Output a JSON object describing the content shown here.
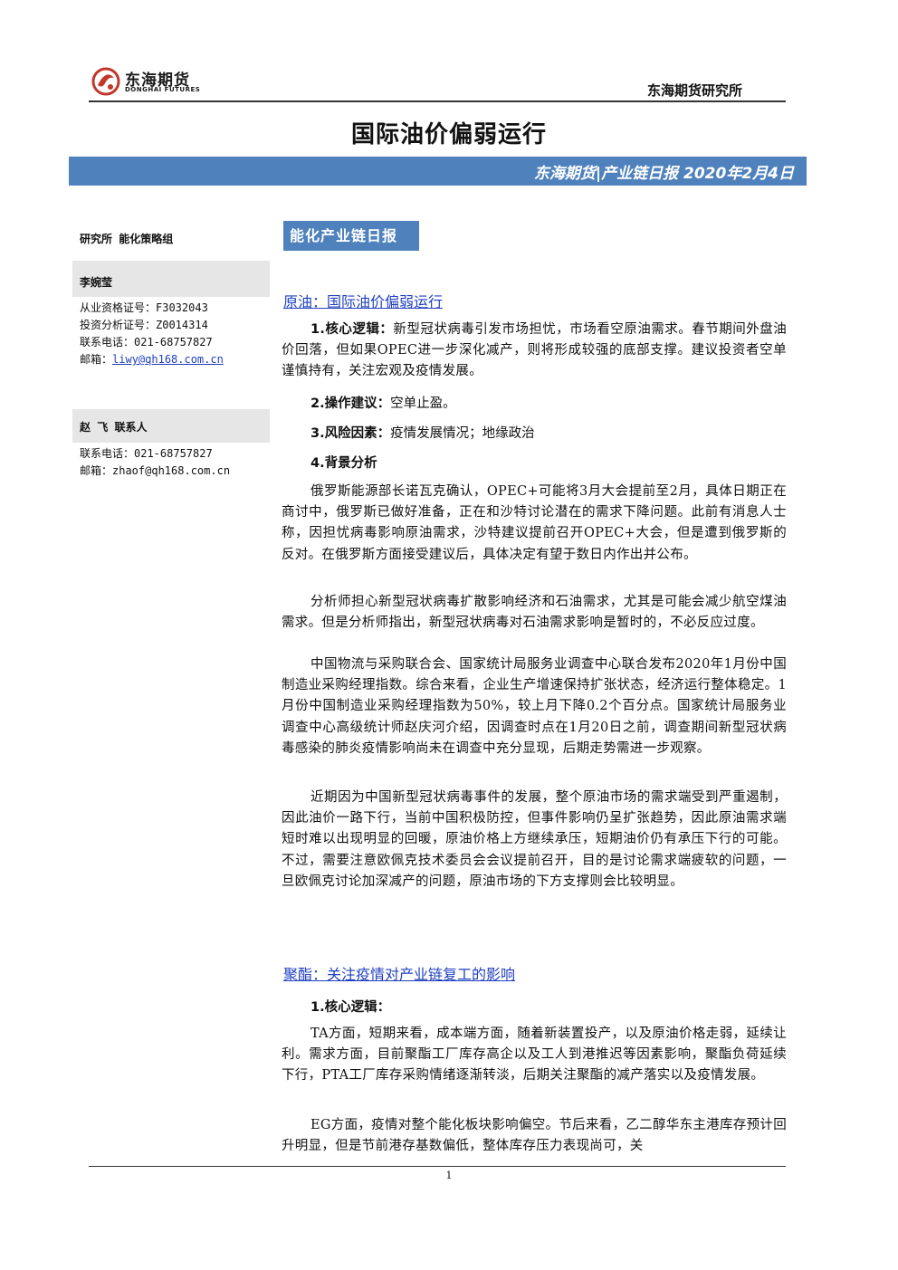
{
  "header": {
    "logo_cn": "东海期货",
    "logo_en": "DONGHAI FUTURES",
    "institute": "东海期货研究所"
  },
  "title": "国际油价偏弱运行",
  "banner": "东海期货|产业链日报 2020年2月4日",
  "sidebar": {
    "dept": "研究所  能化策略组",
    "analyst1": {
      "name": "李婉莹",
      "qual": "从业资格证号：F3032043",
      "invest": "投资分析证号：Z0014314",
      "phone": "联系电话：021-68757827",
      "email_label": "邮箱：",
      "email": "liwy@qh168.com.cn"
    },
    "analyst2": {
      "name": "赵 飞   联系人",
      "phone": "联系电话：021-68757827",
      "email": "邮箱：zhaof@qh168.com.cn"
    }
  },
  "report_tag": "能化产业链日报",
  "crude": {
    "title": "原油：国际油价偏弱运行",
    "logic_label": "1.核心逻辑：",
    "logic_text": "新型冠状病毒引发市场担忧，市场看空原油需求。春节期间外盘油价回落，但如果OPEC进一步深化减产，则将形成较强的底部支撑。建议投资者空单谨慎持有，关注宏观及疫情发展。",
    "op_label": "2.操作建议：",
    "op_text": "空单止盈。",
    "risk_label": "3.风险因素：",
    "risk_text": "疫情发展情况；地缘政治",
    "bg_label": "4.背景分析",
    "para1": "俄罗斯能源部长诺瓦克确认，OPEC+可能将3月大会提前至2月，具体日期正在商讨中，俄罗斯已做好准备，正在和沙特讨论潜在的需求下降问题。此前有消息人士称，因担忧病毒影响原油需求，沙特建议提前召开OPEC+大会，但是遭到俄罗斯的反对。在俄罗斯方面接受建议后，具体决定有望于数日内作出并公布。",
    "para2": "分析师担心新型冠状病毒扩散影响经济和石油需求，尤其是可能会减少航空煤油需求。但是分析师指出，新型冠状病毒对石油需求影响是暂时的，不必反应过度。",
    "para3": "中国物流与采购联合会、国家统计局服务业调查中心联合发布2020年1月份中国制造业采购经理指数。综合来看，企业生产增速保持扩张状态，经济运行整体稳定。1月份中国制造业采购经理指数为50%，较上月下降0.2个百分点。国家统计局服务业调查中心高级统计师赵庆河介绍，因调查时点在1月20日之前，调查期间新型冠状病毒感染的肺炎疫情影响尚未在调查中充分显现，后期走势需进一步观察。",
    "para4": "近期因为中国新型冠状病毒事件的发展，整个原油市场的需求端受到严重遏制，因此油价一路下行，当前中国积极防控，但事件影响仍呈扩张趋势，因此原油需求端短时难以出现明显的回暖，原油价格上方继续承压，短期油价仍有承压下行的可能。不过，需要注意欧佩克技术委员会会议提前召开，目的是讨论需求端疲软的问题，一旦欧佩克讨论加深减产的问题，原油市场的下方支撑则会比较明显。"
  },
  "polyester": {
    "title": "聚酯：关注疫情对产业链复工的影响",
    "logic_label": "1.核心逻辑：",
    "para1": "TA方面，短期来看，成本端方面，随着新装置投产，以及原油价格走弱，延续让利。需求方面，目前聚酯工厂库存高企以及工人到港推迟等因素影响，聚酯负荷延续下行，PTA工厂库存采购情绪逐渐转淡，后期关注聚酯的减产落实以及疫情发展。",
    "para2": "EG方面，疫情对整个能化板块影响偏空。节后来看，乙二醇华东主港库存预计回升明显，但是节前港存基数偏低，整体库存压力表现尚可，关"
  },
  "footer": {
    "page": "1"
  },
  "colors": {
    "accent": "#4f81bd",
    "link": "#1f3fbf"
  }
}
